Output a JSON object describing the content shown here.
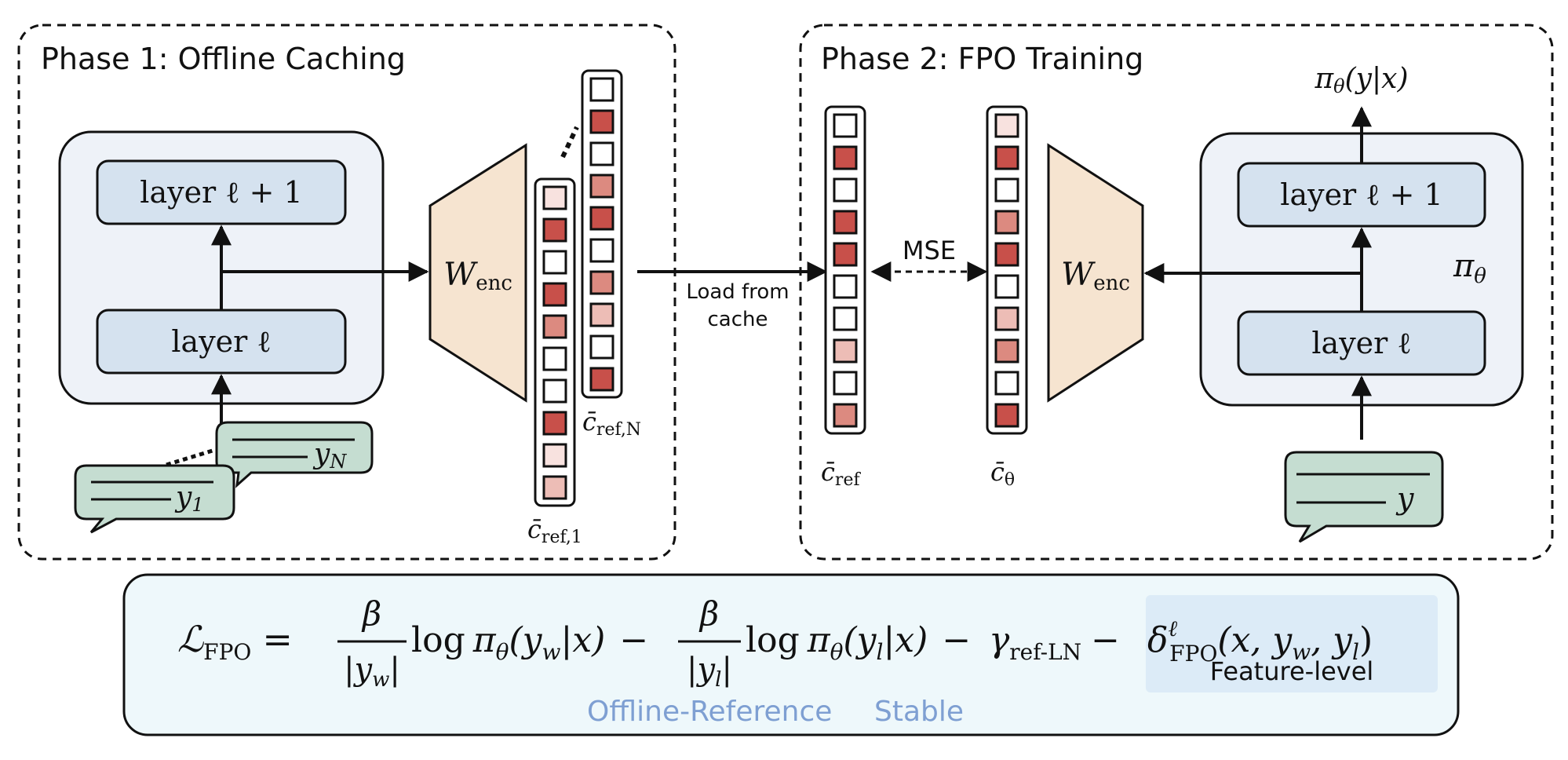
{
  "phase1": {
    "title": "Phase 1: Offline Caching",
    "layer_top": "layer ℓ + 1",
    "layer_bottom": "layer ℓ",
    "encoder": {
      "main": "W",
      "sub": "enc"
    },
    "response_first": {
      "main": "y",
      "sub": "1"
    },
    "response_last": {
      "main": "y",
      "sub": "N"
    },
    "cache_first": {
      "main": "c̄",
      "sub": "ref,1"
    },
    "cache_last": {
      "main": "c̄",
      "sub": "ref,N"
    }
  },
  "transfer_label": [
    "Load from",
    "cache"
  ],
  "phase2": {
    "title": "Phase 2: FPO Training",
    "ref_vector": {
      "main": "c̄",
      "sub": "ref"
    },
    "policy_vector": {
      "main": "c̄",
      "sub": "θ"
    },
    "mse_label": "MSE",
    "encoder": {
      "main": "W",
      "sub": "enc"
    },
    "layer_top": "layer ℓ + 1",
    "layer_bottom": "layer ℓ",
    "policy_label": {
      "main": "π",
      "sub": "θ"
    },
    "output": {
      "pi": "π",
      "sub": "θ",
      "args": "(y|x)"
    },
    "response": "y"
  },
  "loss": {
    "lhs_main": "ℒ",
    "lhs_sub": "FPO",
    "eq": "=",
    "beta": "β",
    "denom_w": {
      "main": "|y",
      "sub": "w",
      "end": "|"
    },
    "denom_l": {
      "main": "|y",
      "sub": "l",
      "end": "|"
    },
    "log_w": {
      "log": "log",
      "pi": "π",
      "sub": "θ",
      "open": "(y",
      "arg_sub": "w",
      "close": "|x)"
    },
    "log_l": {
      "log": "log",
      "pi": "π",
      "sub": "θ",
      "open": "(y",
      "arg_sub": "l",
      "close": "|x)"
    },
    "minus": "−",
    "gamma": {
      "main": "γ",
      "sub": "ref-LN"
    },
    "delta": {
      "main": "δ",
      "sup": "ℓ",
      "sub": "FPO",
      "args": "(x, y",
      "args_sub_w": "w",
      "args_mid": ", y",
      "args_sub_l": "l",
      "args_end": ")"
    },
    "annotation_feature": "Feature-level",
    "annotation_offline": "Offline-Reference",
    "annotation_stable": "Stable"
  },
  "colors": {
    "cell_dark": "#c8504a",
    "cell_medium": "#dc8a80",
    "cell_light": "#edbdb6",
    "cell_pale": "#f8e2df",
    "cell_empty": "#ffffff",
    "layer_fill": "#d5e2ef",
    "model_box_fill": "#eef2f8",
    "encoder_fill": "#f6e4d0",
    "bubble_fill": "#c5ddd1",
    "loss_box_fill": "#eef8fb",
    "feature_highlight": "#dcebf7",
    "annotation_text": "#7e9fd2"
  },
  "vectors": {
    "cache_first": [
      "pale",
      "dark",
      "empty",
      "dark",
      "medium",
      "empty",
      "empty",
      "dark",
      "pale",
      "light"
    ],
    "cache_last": [
      "empty",
      "dark",
      "empty",
      "medium",
      "dark",
      "empty",
      "medium",
      "light",
      "empty",
      "dark"
    ],
    "ref": [
      "empty",
      "dark",
      "empty",
      "dark",
      "dark",
      "empty",
      "empty",
      "light",
      "empty",
      "medium"
    ],
    "policy": [
      "pale",
      "dark",
      "empty",
      "medium",
      "dark",
      "empty",
      "light",
      "medium",
      "empty",
      "dark"
    ]
  }
}
